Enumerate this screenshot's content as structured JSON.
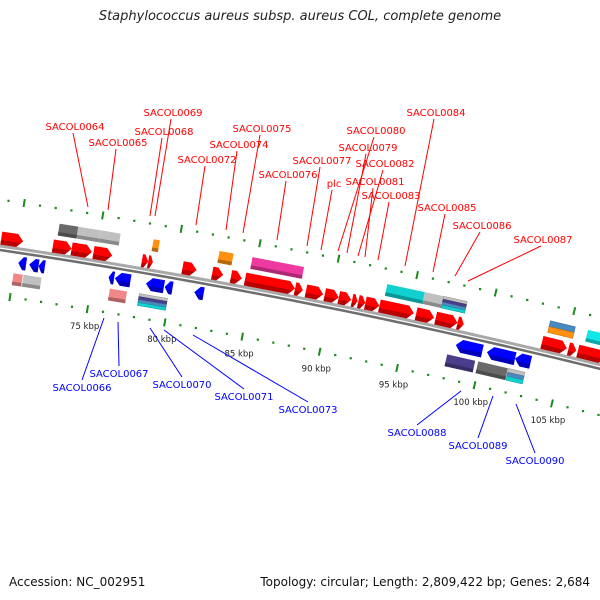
{
  "title": "Staphylococcus aureus subsp. aureus COL, complete genome",
  "footer": {
    "accession": "Accession: NC_002951",
    "summary": "Topology: circular; Length: 2,809,422 bp; Genes: 2,684"
  },
  "colors": {
    "forward": "#ff0000",
    "reverse": "#0000ff",
    "backbone": "#8c8c8c",
    "ticks": "#1a8a1a",
    "grey": "#c0c0c0",
    "dark_grey": "#6a6a6a",
    "orange": "#ff9010",
    "magenta": "#ee3aa0",
    "cyan": "#10d0d0",
    "pink": "#f08888",
    "purple": "#4a3d8a",
    "steel": "#4a88c0"
  },
  "ruler": {
    "unit": "kbp",
    "labels": [
      "75 kbp",
      "80 kbp",
      "85 kbp",
      "90 kbp",
      "95 kbp",
      "100 kbp",
      "105 kbp"
    ],
    "label_values": [
      75,
      80,
      85,
      90,
      95,
      100,
      105
    ],
    "range_kbp": [
      69,
      108
    ],
    "major_every_kbp": 5,
    "minor_every_kbp": 1
  },
  "features": [
    {
      "start": 68.9,
      "end": 70.3,
      "track": "f1",
      "color": "#ff0000",
      "arrow": true
    },
    {
      "start": 72.2,
      "end": 73.4,
      "track": "f1",
      "color": "#ff0000",
      "arrow": true
    },
    {
      "start": 73.4,
      "end": 74.7,
      "track": "f1",
      "color": "#ff0000",
      "arrow": true
    },
    {
      "start": 74.8,
      "end": 76.0,
      "track": "f1",
      "color": "#ff0000",
      "arrow": true
    },
    {
      "start": 77.9,
      "end": 78.3,
      "track": "f1",
      "color": "#ff0000",
      "arrow": true
    },
    {
      "start": 78.3,
      "end": 78.6,
      "track": "f1",
      "color": "#ff0000",
      "arrow": true
    },
    {
      "start": 80.5,
      "end": 81.4,
      "track": "f1",
      "color": "#ff0000",
      "arrow": true
    },
    {
      "start": 82.4,
      "end": 83.1,
      "track": "f1",
      "color": "#ff0000",
      "arrow": true
    },
    {
      "start": 83.6,
      "end": 84.3,
      "track": "f1",
      "color": "#ff0000",
      "arrow": true
    },
    {
      "start": 84.5,
      "end": 87.7,
      "track": "f1",
      "color": "#ff0000",
      "arrow": true
    },
    {
      "start": 87.7,
      "end": 88.2,
      "track": "f1",
      "color": "#ff0000",
      "arrow": true
    },
    {
      "start": 88.4,
      "end": 89.5,
      "track": "f1",
      "color": "#ff0000",
      "arrow": true
    },
    {
      "start": 89.6,
      "end": 90.5,
      "track": "f1",
      "color": "#ff0000",
      "arrow": true
    },
    {
      "start": 90.5,
      "end": 91.3,
      "track": "f1",
      "color": "#ff0000",
      "arrow": true
    },
    {
      "start": 91.35,
      "end": 91.7,
      "track": "f1",
      "color": "#ff0000",
      "arrow": true
    },
    {
      "start": 91.75,
      "end": 92.2,
      "track": "f1",
      "color": "#ff0000",
      "arrow": true
    },
    {
      "start": 92.2,
      "end": 93.1,
      "track": "f1",
      "color": "#ff0000",
      "arrow": true
    },
    {
      "start": 93.1,
      "end": 95.3,
      "track": "f1",
      "color": "#ff0000",
      "arrow": true
    },
    {
      "start": 95.45,
      "end": 96.6,
      "track": "f1",
      "color": "#ff0000",
      "arrow": true
    },
    {
      "start": 96.7,
      "end": 98.1,
      "track": "f1",
      "color": "#ff0000",
      "arrow": true
    },
    {
      "start": 98.1,
      "end": 98.5,
      "track": "f1",
      "color": "#ff0000",
      "arrow": true
    },
    {
      "start": 103.5,
      "end": 105.1,
      "track": "f1",
      "color": "#ff0000",
      "arrow": true
    },
    {
      "start": 105.2,
      "end": 105.7,
      "track": "f1",
      "color": "#ff0000",
      "arrow": true
    },
    {
      "start": 105.8,
      "end": 107.6,
      "track": "f1",
      "color": "#ff0000",
      "arrow": true
    },
    {
      "start": 72.4,
      "end": 73.6,
      "track": "f2",
      "color": "#6a6a6a"
    },
    {
      "start": 73.6,
      "end": 75.0,
      "track": "f2",
      "color": "#c0c0c0"
    },
    {
      "start": 75.0,
      "end": 76.3,
      "track": "f2",
      "color": "#c0c0c0"
    },
    {
      "start": 78.4,
      "end": 78.8,
      "track": "f2",
      "color": "#ff9010"
    },
    {
      "start": 82.6,
      "end": 83.5,
      "track": "f2",
      "color": "#ff9010"
    },
    {
      "start": 84.7,
      "end": 88.0,
      "track": "f2",
      "color": "#ee3aa0"
    },
    {
      "start": 93.3,
      "end": 95.7,
      "track": "f2",
      "color": "#10d0d0"
    },
    {
      "start": 95.7,
      "end": 96.9,
      "track": "f2",
      "color": "#c0c0c0"
    },
    {
      "start": 96.9,
      "end": 98.4,
      "track": "f2",
      "stack": [
        "#c0c0c0",
        "#4a3d8a",
        "#4a88c0",
        "#10d0d0"
      ]
    },
    {
      "start": 103.7,
      "end": 105.3,
      "track": "f2",
      "stack": [
        "#4a88c0",
        "#ff9010"
      ]
    },
    {
      "start": 106.1,
      "end": 107.6,
      "track": "f2",
      "color": "#10e8e8"
    },
    {
      "start": 70.2,
      "end": 70.7,
      "track": "r1",
      "color": "#0000ff",
      "arrow": true
    },
    {
      "start": 70.9,
      "end": 71.5,
      "track": "r1",
      "color": "#0000ff",
      "arrow": true
    },
    {
      "start": 71.5,
      "end": 71.9,
      "track": "r1",
      "color": "#0000ff",
      "arrow": true
    },
    {
      "start": 76.0,
      "end": 76.35,
      "track": "r1",
      "color": "#0000ff",
      "arrow": true
    },
    {
      "start": 76.4,
      "end": 77.4,
      "track": "r1",
      "color": "#0000ff",
      "arrow": true
    },
    {
      "start": 78.4,
      "end": 79.55,
      "track": "r1",
      "color": "#0000ff",
      "arrow": true
    },
    {
      "start": 79.6,
      "end": 80.1,
      "track": "r1",
      "color": "#0000ff",
      "arrow": true
    },
    {
      "start": 81.5,
      "end": 82.1,
      "track": "r1",
      "color": "#0000ff",
      "arrow": true
    },
    {
      "start": 98.3,
      "end": 100.0,
      "track": "r1",
      "color": "#0000ff",
      "arrow": true
    },
    {
      "start": 100.3,
      "end": 102.1,
      "track": "r1",
      "color": "#0000ff",
      "arrow": true
    },
    {
      "start": 102.1,
      "end": 103.1,
      "track": "r1",
      "color": "#0000ff",
      "arrow": true
    },
    {
      "start": 70.0,
      "end": 70.6,
      "track": "r2",
      "color": "#f08888"
    },
    {
      "start": 70.65,
      "end": 71.8,
      "track": "r2",
      "color": "#c0c0c0"
    },
    {
      "start": 76.2,
      "end": 77.3,
      "track": "r2",
      "color": "#f08888"
    },
    {
      "start": 78.1,
      "end": 79.9,
      "track": "r2",
      "stack": [
        "#c0c0c0",
        "#4a3d8a",
        "#4a88c0",
        "#10d0d0"
      ]
    },
    {
      "start": 97.9,
      "end": 99.7,
      "track": "r2",
      "color": "#4a3d8a"
    },
    {
      "start": 99.9,
      "end": 101.8,
      "track": "r2",
      "color": "#6a6a6a"
    },
    {
      "start": 101.85,
      "end": 102.9,
      "track": "r2",
      "stack": [
        "#c0c0c0",
        "#4a88c0",
        "#10d0d0"
      ]
    }
  ],
  "gene_labels": {
    "forward": [
      "SACOL0064",
      "SACOL0065",
      "SACOL0069",
      "SACOL0068",
      "SACOL0072",
      "SACOL0074",
      "SACOL0075",
      "SACOL0076",
      "SACOL0077",
      "plc",
      "SACOL0080",
      "SACOL0079",
      "SACOL0082",
      "SACOL0081",
      "SACOL0083",
      "SACOL0084",
      "SACOL0085",
      "SACOL0086",
      "SACOL0087"
    ],
    "reverse": [
      "SACOL0066",
      "SACOL0067",
      "SACOL0070",
      "SACOL0071",
      "SACOL0073",
      "SACOL0088",
      "SACOL0089",
      "SACOL0090"
    ]
  }
}
